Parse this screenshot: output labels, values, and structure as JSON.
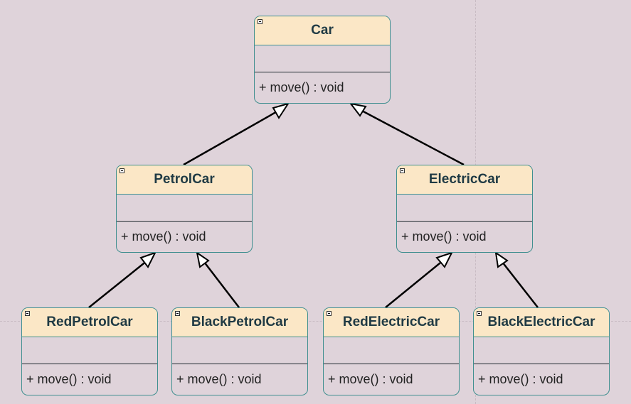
{
  "classes": {
    "car": {
      "name": "Car",
      "operation": "+ move() : void"
    },
    "petrol_car": {
      "name": "PetrolCar",
      "operation": "+ move() : void"
    },
    "electric_car": {
      "name": "ElectricCar",
      "operation": "+ move() : void"
    },
    "red_petrol_car": {
      "name": "RedPetrolCar",
      "operation": "+ move() : void"
    },
    "black_petrol_car": {
      "name": "BlackPetrolCar",
      "operation": "+ move() : void"
    },
    "red_electric_car": {
      "name": "RedElectricCar",
      "operation": "+ move() : void"
    },
    "black_electric_car": {
      "name": "BlackElectricCar",
      "operation": "+ move() : void"
    }
  },
  "edges": [
    {
      "from": "PetrolCar",
      "to": "Car",
      "type": "generalization"
    },
    {
      "from": "ElectricCar",
      "to": "Car",
      "type": "generalization"
    },
    {
      "from": "RedPetrolCar",
      "to": "PetrolCar",
      "type": "generalization"
    },
    {
      "from": "BlackPetrolCar",
      "to": "PetrolCar",
      "type": "generalization"
    },
    {
      "from": "RedElectricCar",
      "to": "ElectricCar",
      "type": "generalization"
    },
    {
      "from": "BlackElectricCar",
      "to": "ElectricCar",
      "type": "generalization"
    }
  ],
  "colors": {
    "background": "#dfd3da",
    "header_fill": "#fbe7c6",
    "border": "#3f8f8f"
  }
}
